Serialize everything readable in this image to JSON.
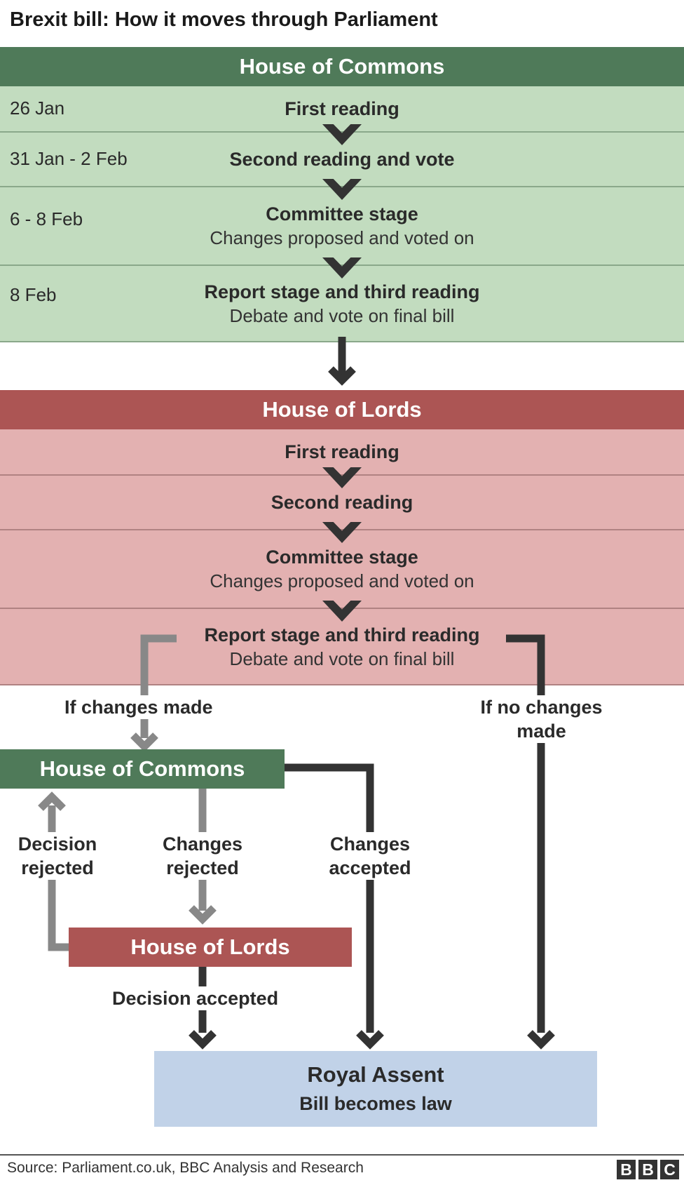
{
  "title": "Brexit bill: How it moves through Parliament",
  "commons": {
    "header": "House of Commons",
    "stages": [
      {
        "date": "26 Jan",
        "name": "First reading",
        "detail": ""
      },
      {
        "date": "31 Jan - 2 Feb",
        "name": "Second reading and vote",
        "detail": ""
      },
      {
        "date": "6 - 8 Feb",
        "name": "Committee stage",
        "detail": "Changes proposed and voted on"
      },
      {
        "date": "8 Feb",
        "name": "Report stage and third reading",
        "detail": "Debate and vote on final bill"
      }
    ]
  },
  "lords": {
    "header": "House of Lords",
    "stages": [
      {
        "name": "First reading",
        "detail": ""
      },
      {
        "name": "Second reading",
        "detail": ""
      },
      {
        "name": "Committee stage",
        "detail": "Changes proposed and voted on"
      },
      {
        "name": "Report stage and third reading",
        "detail": "Debate and vote on final bill"
      }
    ]
  },
  "flow": {
    "if_changes_made": "If changes made",
    "if_no_changes_line1": "If no changes",
    "if_no_changes_line2": "made",
    "commons_box": "House of Commons",
    "lords_box": "House of Lords",
    "decision_rejected_line1": "Decision",
    "decision_rejected_line2": "rejected",
    "changes_rejected_line1": "Changes",
    "changes_rejected_line2": "rejected",
    "changes_accepted_line1": "Changes",
    "changes_accepted_line2": "accepted",
    "decision_accepted": "Decision accepted"
  },
  "royal_assent": {
    "title": "Royal Assent",
    "subtitle": "Bill becomes law"
  },
  "footer": {
    "source": "Source: Parliament.co.uk, BBC Analysis and Research",
    "logo_letters": [
      "B",
      "B",
      "C"
    ]
  },
  "colors": {
    "commons_dark": "#4f7a59",
    "commons_light": "#c2dcbf",
    "lords_dark": "#ac5554",
    "lords_light": "#e3b1b1",
    "royal_assent": "#c1d2e8",
    "arrow_dark": "#333333",
    "arrow_grey": "#888888"
  }
}
